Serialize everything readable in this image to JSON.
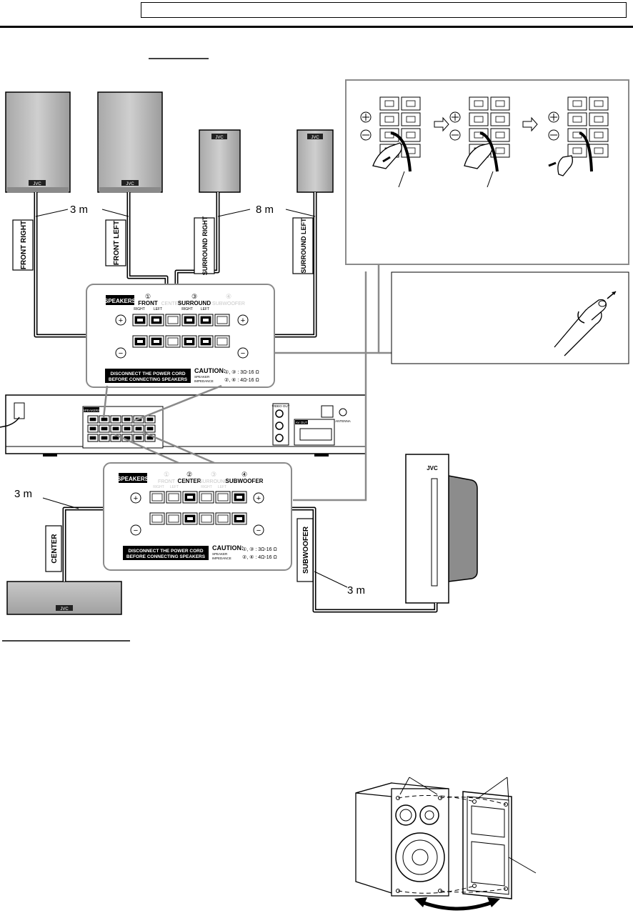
{
  "labels": {
    "front_right": "FRONT RIGHT",
    "front_left": "FRONT LEFT",
    "surround_right": "SURROUND RIGHT",
    "surround_left": "SURROUND LEFT",
    "center": "CENTER",
    "subwoofer": "SUBWOOFER"
  },
  "distances": {
    "front": "3 m",
    "surround": "8 m",
    "center": "3 m",
    "subwoofer": "3 m"
  },
  "panel_top": {
    "title": "SPEAKERS",
    "ch1_num": "①",
    "ch1_name": "FRONT",
    "ch1_sub_right": "RIGHT",
    "ch1_sub_left": "LEFT",
    "ch2_name": "CENTER",
    "ch3_num": "③",
    "ch3_name": "SURROUND",
    "ch3_sub_right": "RIGHT",
    "ch3_sub_left": "LEFT",
    "ch4_num": "④",
    "ch4_name": "SUBWOOFER",
    "warning_line1": "DISCONNECT THE POWER CORD",
    "warning_line2": "BEFORE CONNECTING SPEAKERS",
    "caution": "CAUTION:",
    "speaker_word": "SPEAKER",
    "impedance_word": "IMPEDANCE",
    "imp1": "①, ③ : 3Ω-16 Ω",
    "imp2": "②, ④ : 4Ω-16 Ω"
  },
  "panel_bottom": {
    "title": "SPEAKERS",
    "ch1_num": "①",
    "ch1_name": "FRONT",
    "ch1_sub_right": "RIGHT",
    "ch1_sub_left": "LEFT",
    "ch2_num": "②",
    "ch2_name": "CENTER",
    "ch3_num": "③",
    "ch3_name": "SURROUND",
    "ch3_sub_right": "RIGHT",
    "ch3_sub_left": "LEFT",
    "ch4_num": "④",
    "ch4_name": "SUBWOOFER",
    "warning_line1": "DISCONNECT THE POWER CORD",
    "warning_line2": "BEFORE CONNECTING SPEAKERS",
    "caution": "CAUTION:",
    "speaker_word": "SPEAKER",
    "impedance_word": "IMPEDANCE",
    "imp1": "①, ③ : 3Ω-16 Ω",
    "imp2": "②, ④ : 4Ω-16 Ω"
  },
  "brand": "JVC",
  "rear": {
    "speakers_word": "SPEAKERS",
    "video_out": "VIDEO OUT",
    "av_out": "AV OUT",
    "antenna": "ANTENNA"
  },
  "colors": {
    "ink": "#000000",
    "speaker_gray": "#9a9a9a",
    "callout_line": "#777777"
  }
}
